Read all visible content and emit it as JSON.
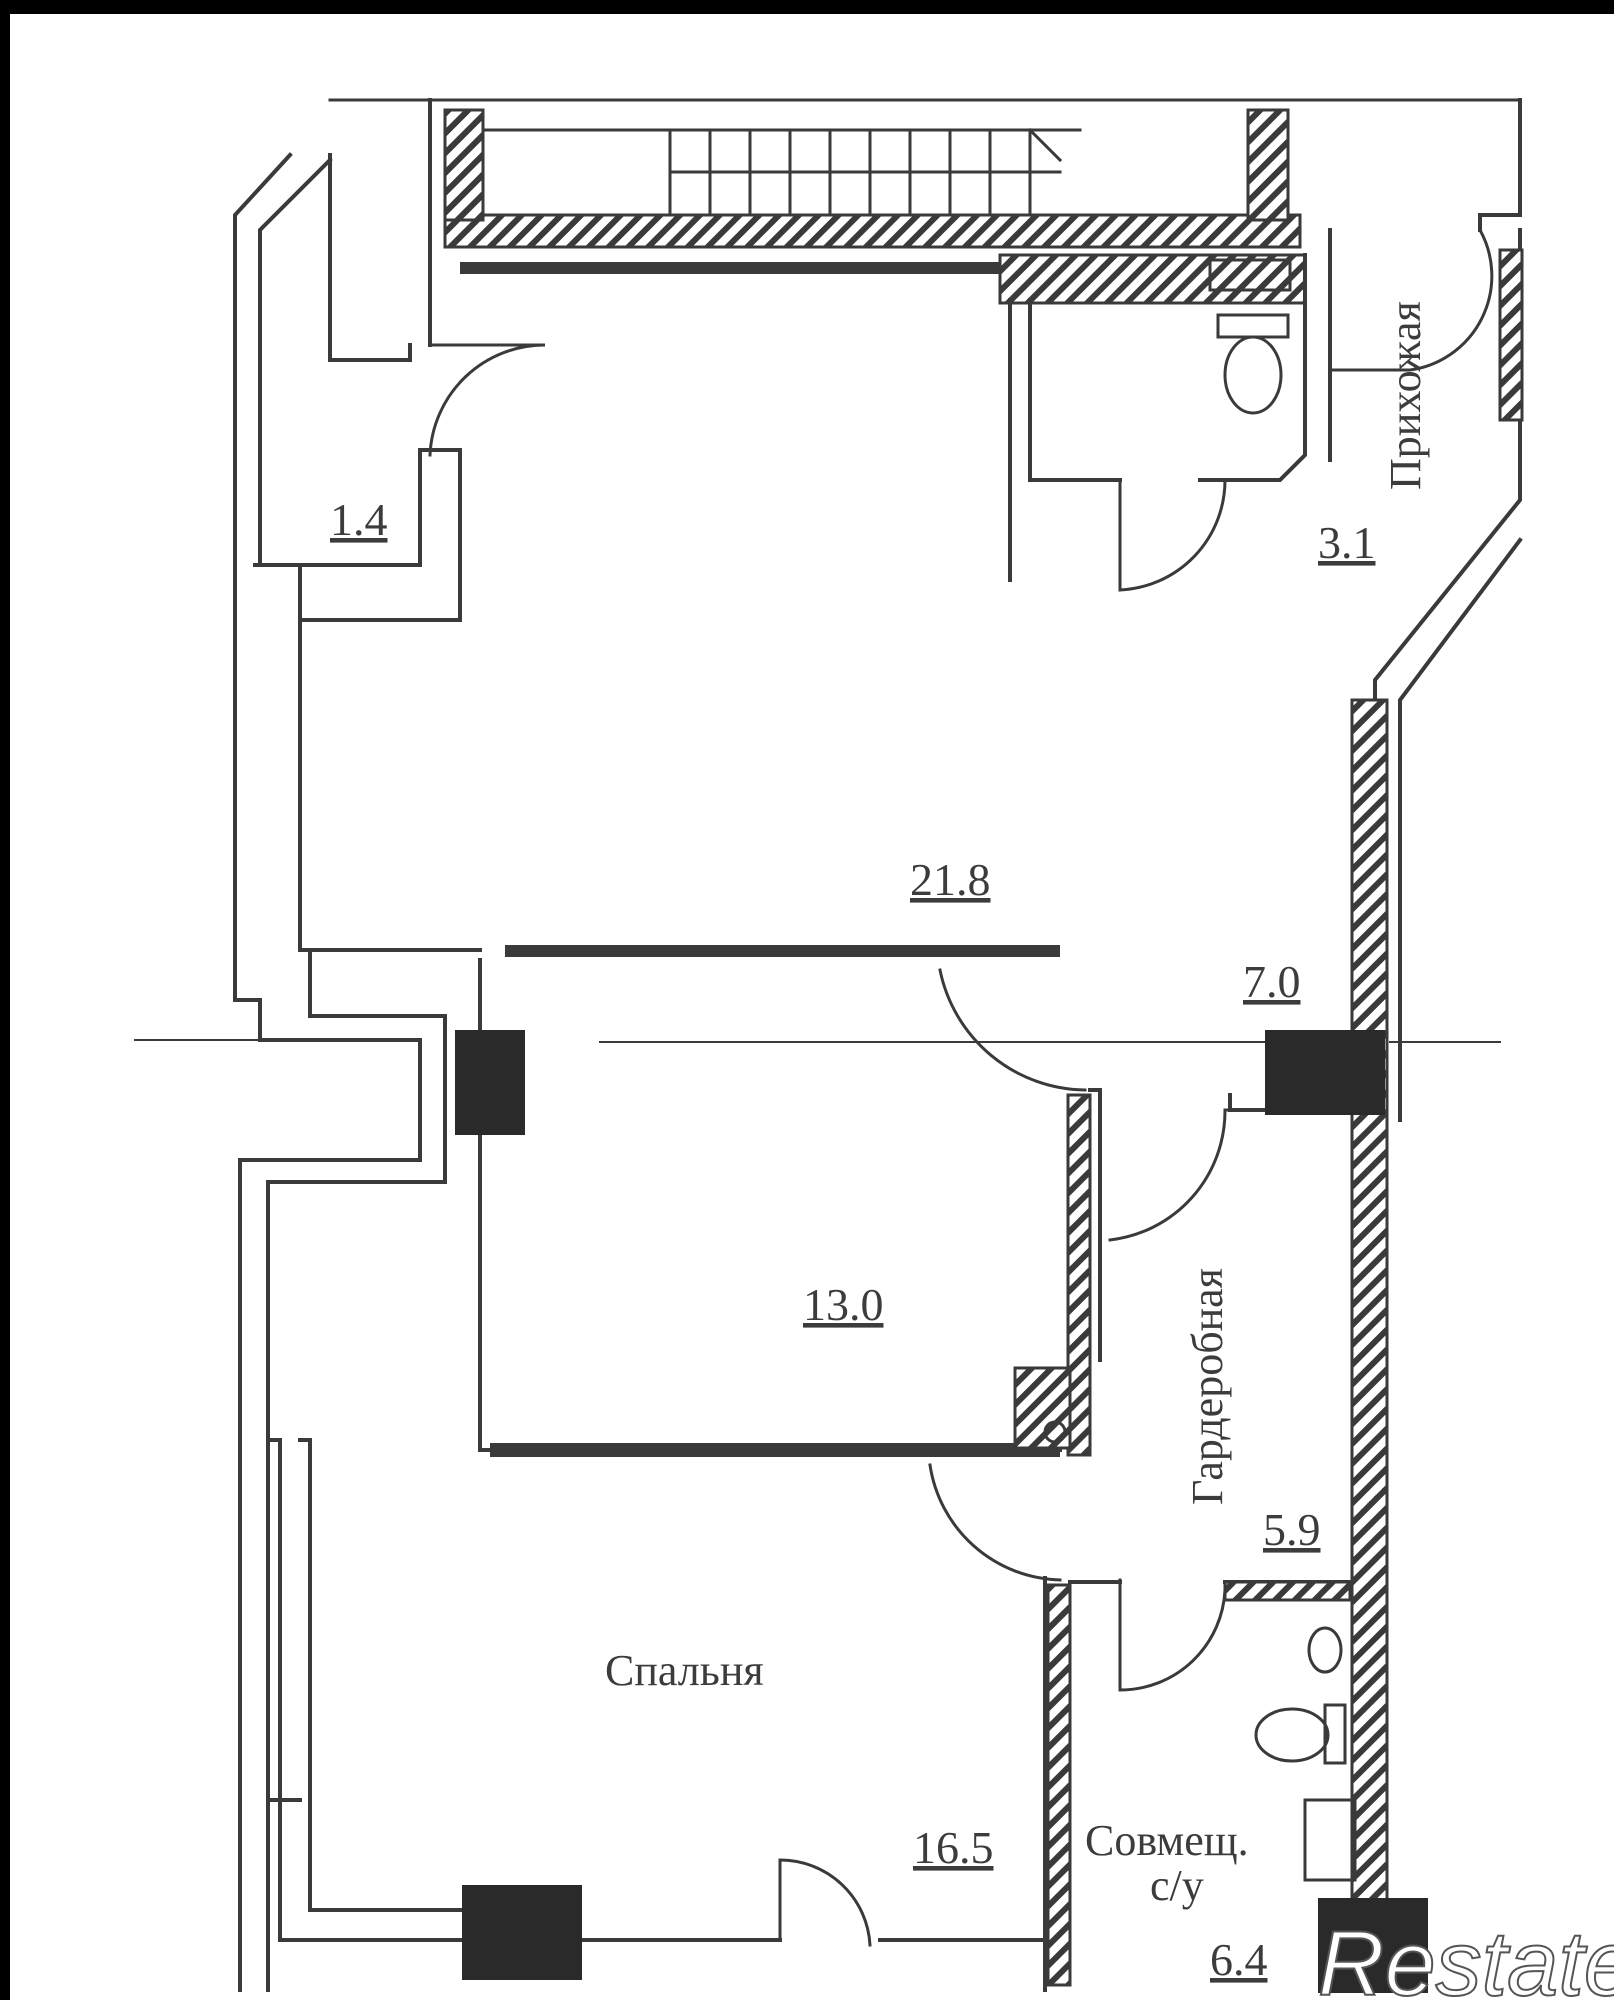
{
  "rooms": {
    "storage_area": "1.4",
    "hallway_name": "Прихожая",
    "hallway_area": "3.1",
    "living_area": "21.8",
    "corridor_area": "7.0",
    "room_area": "13.0",
    "wardrobe_name": "Гардеробная",
    "wardrobe_area": "5.9",
    "bedroom_name": "Спальня",
    "bedroom_area": "16.5",
    "bathroom_name_line1": "Совмещ.",
    "bathroom_name_line2": "с/у",
    "bathroom_area": "6.4"
  },
  "watermark": {
    "text": "Restate"
  },
  "colors": {
    "wall": "#3a3a3a",
    "column": "#2a2a2a",
    "background": "#ffffff",
    "frame": "#000000"
  }
}
